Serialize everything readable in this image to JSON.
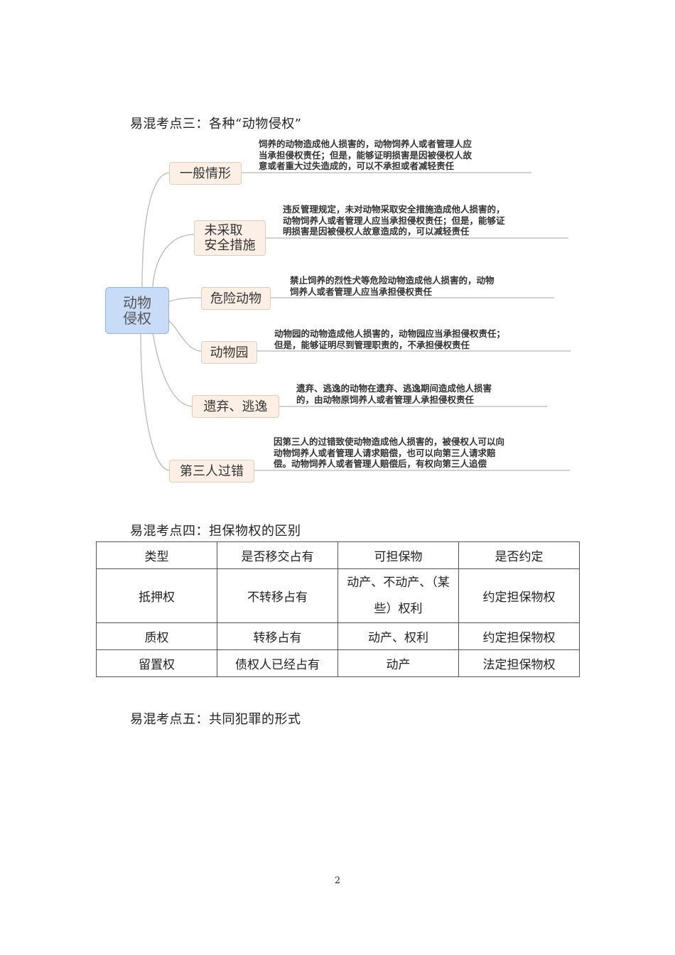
{
  "section3": {
    "heading": "易混考点三：各种“动物侵权”",
    "mindmap": {
      "root": "动物\n侵权",
      "branches": [
        {
          "label": "一般情形",
          "description": "饲养的动物造成他人损害的，动物饲养人或者管理人应\n当承担侵权责任；但是，能够证明损害是因被侵权人故\n意或者重大过失造成的，可以不承担或者减轻责任"
        },
        {
          "label": "未采取\n安全措施",
          "description": "违反管理规定，未对动物采取安全措施造成他人损害的，\n动物饲养人或者管理人应当承担侵权责任；但是，能够证\n明损害是因被侵权人故意造成的，可以减轻责任"
        },
        {
          "label": "危险动物",
          "description": "禁止饲养的烈性犬等危险动物造成他人损害的，动物\n饲养人或者管理人应当承担侵权责任"
        },
        {
          "label": "动物园",
          "description": "动物园的动物造成他人损害的，动物园应当承担侵权责任；\n但是，能够证明尽到管理职责的，不承担侵权责任"
        },
        {
          "label": "遗弃、逃逸",
          "description": "遗弃、逃逸的动物在遗弃、逃逸期间造成他人损害\n的，由动物原饲养人或者管理人承担侵权责任"
        },
        {
          "label": "第三人过错",
          "description": "因第三人的过错致使动物造成他人损害的，被侵权人可以向\n动物饲养人或者管理人请求赔偿，也可以向第三人请求赔\n偿。动物饲养人或者管理人赔偿后，有权向第三人追偿"
        }
      ],
      "colors": {
        "root_fill": "#c8dbf7",
        "root_border": "#93b3e3",
        "node_fill": "#fcf0e6",
        "node_border": "#e2cbb8",
        "line": "#b8b8b8"
      }
    }
  },
  "section4": {
    "heading": "易混考点四：担保物权的区别",
    "table": {
      "headers": [
        "类型",
        "是否移交占有",
        "可担保物",
        "是否约定"
      ],
      "rows": [
        [
          "抵押权",
          "不转移占有",
          "动产、不动产、（某些）权利",
          "约定担保物权"
        ],
        [
          "质权",
          "转移占有",
          "动产、权利",
          "约定担保物权"
        ],
        [
          "留置权",
          "债权人已经占有",
          "动产",
          "法定担保物权"
        ]
      ]
    }
  },
  "section5": {
    "heading": "易混考点五：共同犯罪的形式"
  },
  "page_number": "2"
}
